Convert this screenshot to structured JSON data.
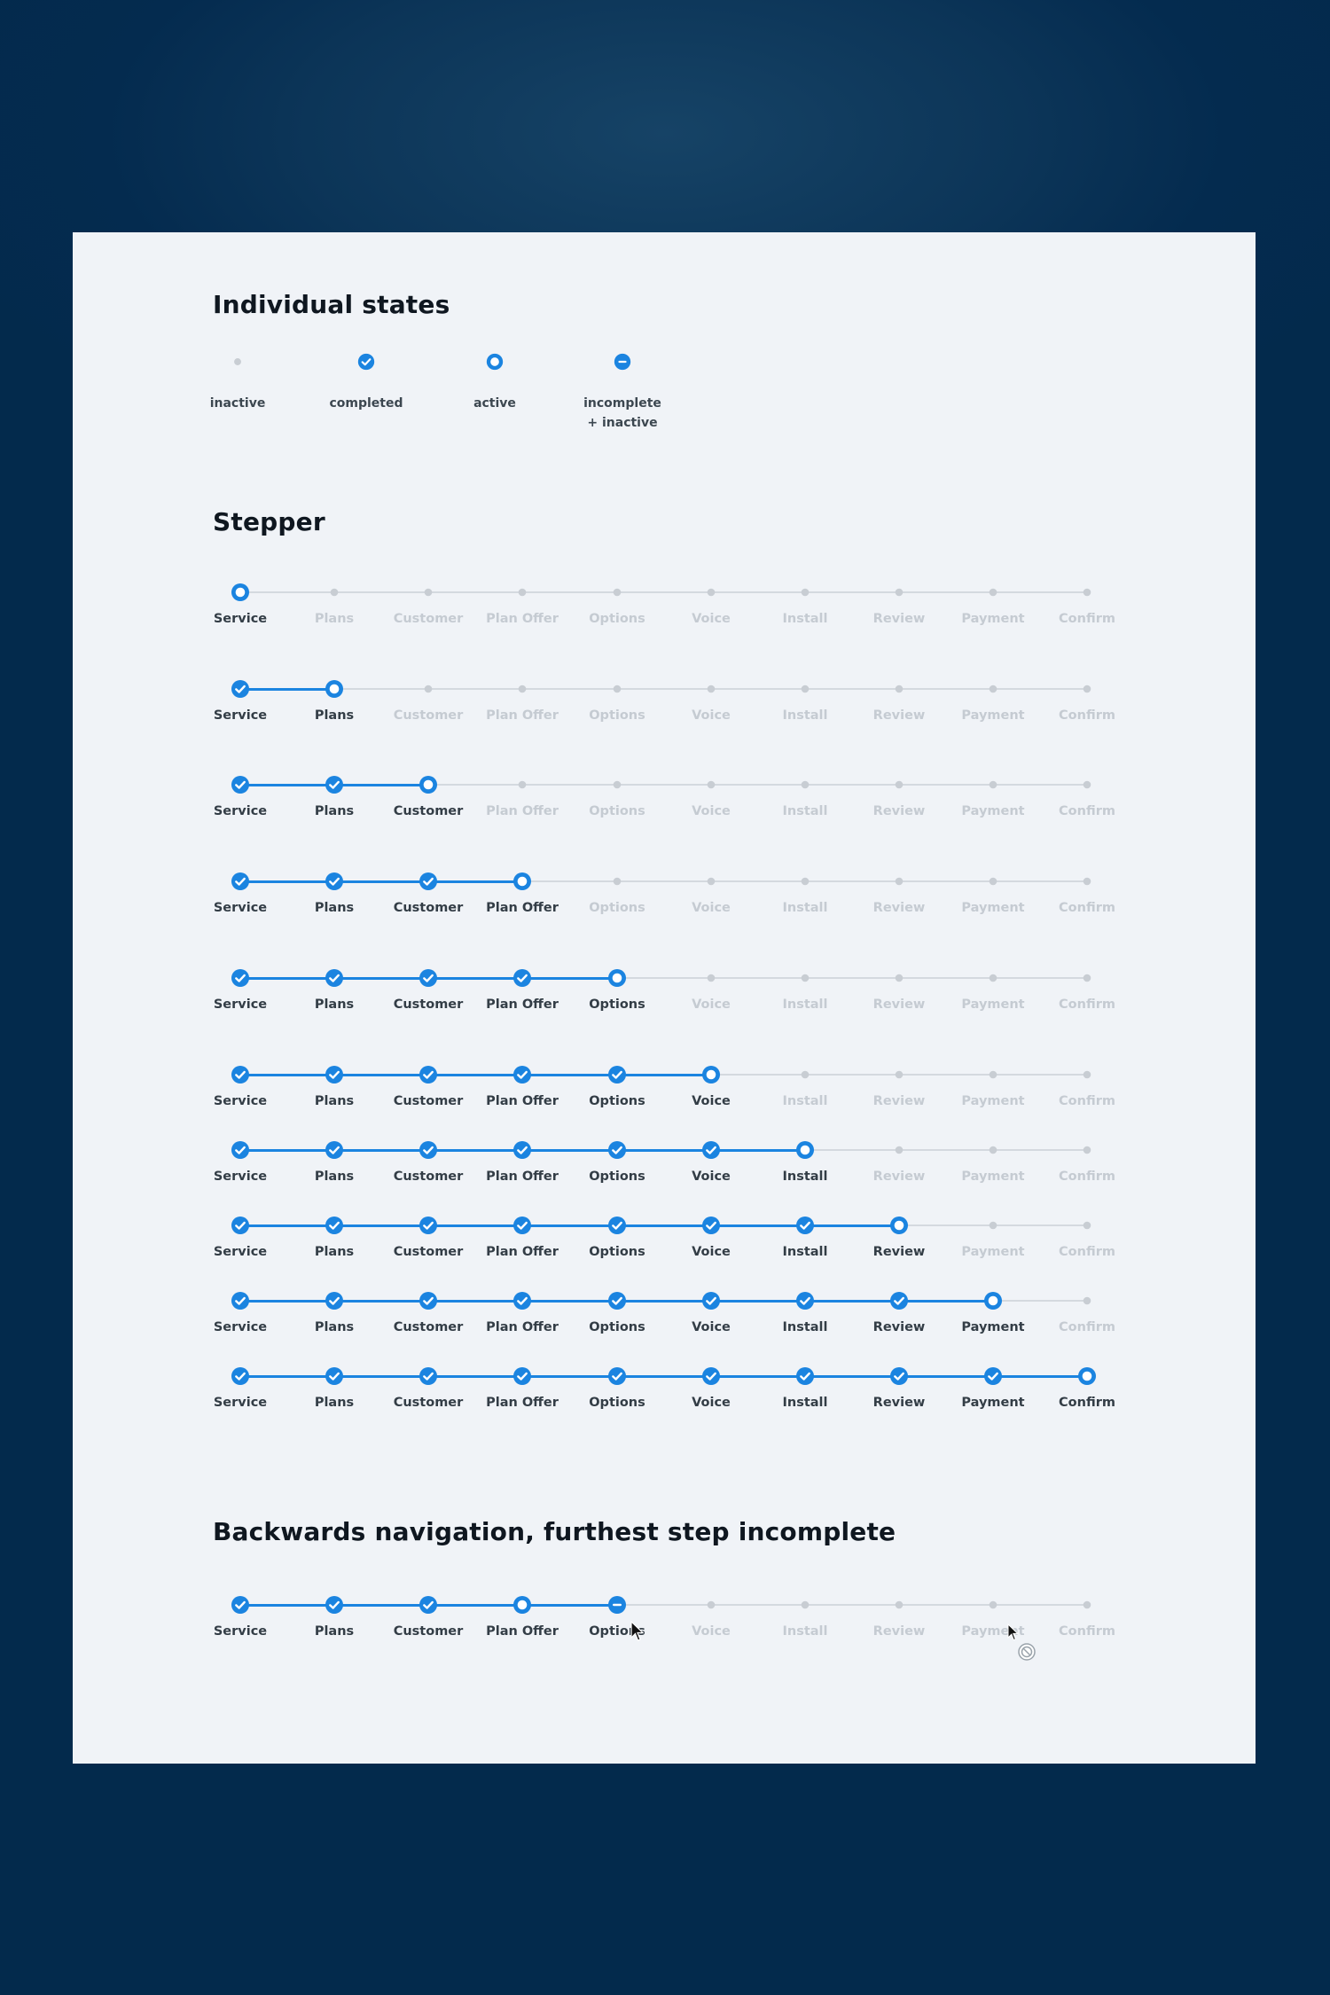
{
  "sections": {
    "states_title": "Individual states",
    "stepper_title": "Stepper",
    "back_title": "Backwards navigation, furthest step incomplete"
  },
  "states": [
    {
      "state": "inactive",
      "label": "inactive"
    },
    {
      "state": "completed",
      "label": "completed"
    },
    {
      "state": "active",
      "label": "active"
    },
    {
      "state": "incomplete",
      "label": "incomplete\n+ inactive"
    }
  ],
  "steps": [
    "Service",
    "Plans",
    "Customer",
    "Plan Offer",
    "Options",
    "Voice",
    "Install",
    "Review",
    "Payment",
    "Confirm"
  ],
  "stepper_rows": [
    {
      "active_index": 0
    },
    {
      "active_index": 1
    },
    {
      "active_index": 2
    },
    {
      "active_index": 3
    },
    {
      "active_index": 4
    },
    {
      "active_index": 5
    },
    {
      "active_index": 6
    },
    {
      "active_index": 7
    },
    {
      "active_index": 8
    },
    {
      "active_index": 9
    }
  ],
  "back_row": {
    "node_states": [
      "completed",
      "completed",
      "completed",
      "active",
      "incomplete",
      "inactive",
      "inactive",
      "inactive",
      "inactive",
      "inactive"
    ],
    "completed_line_until_index": 4
  },
  "colors": {
    "accent": "#1b84e0",
    "inactive": "#c8cdd3",
    "line_inactive": "#d4d9df",
    "label_active": "#333d46",
    "label_inactive": "#c5cbd2"
  }
}
